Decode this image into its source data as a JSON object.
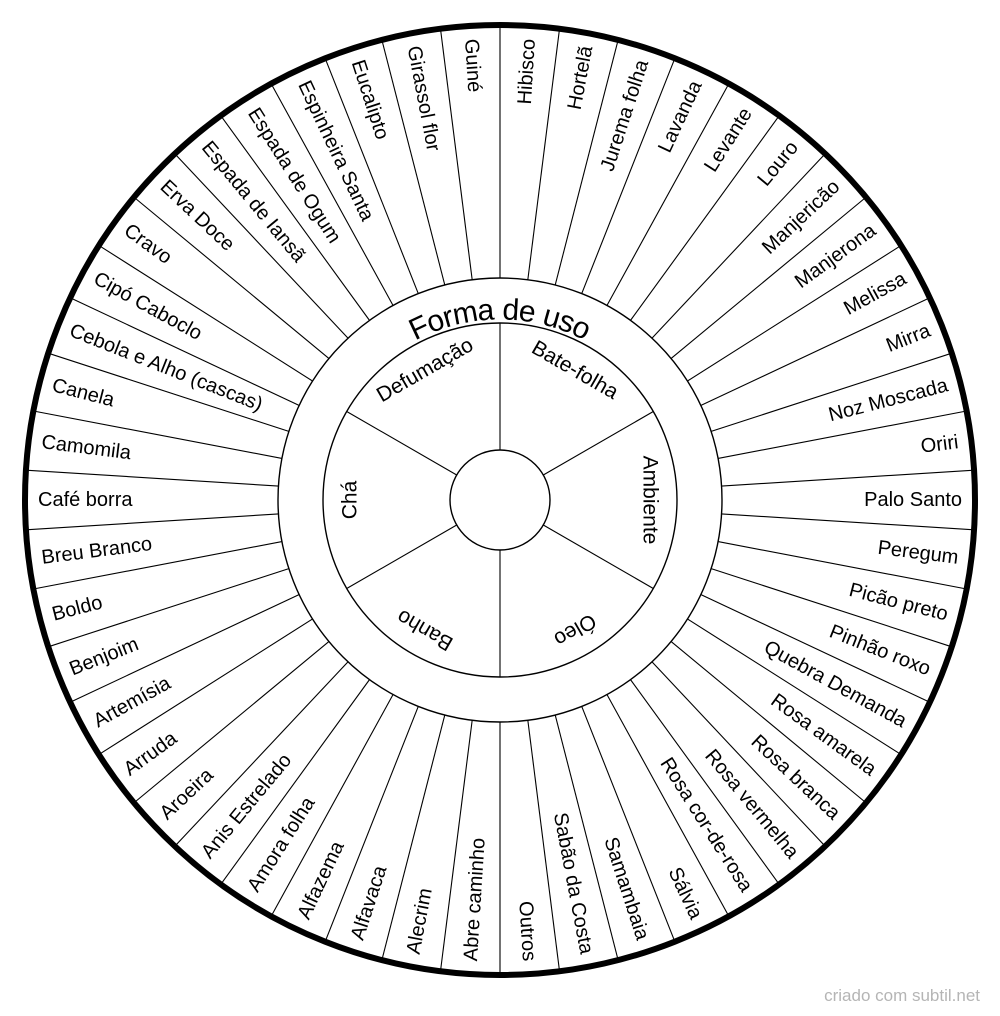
{
  "title": "Forma de uso",
  "credit": "criado com subtil.net",
  "colors": {
    "stroke": "#000000",
    "background": "#ffffff",
    "credit": "#b5b5b5"
  },
  "uses": [
    "Bate-folha",
    "Ambiente",
    "Óleo",
    "Banho",
    "Chá",
    "Defumação"
  ],
  "herbs": [
    "Hibisco",
    "Hortelã",
    "Jurema folha",
    "Lavanda",
    "Levante",
    "Louro",
    "Manjericão",
    "Manjerona",
    "Melissa",
    "Mirra",
    "Noz Moscada",
    "Oriri",
    "Palo Santo",
    "Peregum",
    "Picão preto",
    "Pinhão roxo",
    "Quebra Demanda",
    "Rosa amarela",
    "Rosa branca",
    "Rosa vermelha",
    "Rosa cor-de-rosa",
    "Sálvia",
    "Samambaia",
    "Sabão da Costa",
    "Outros",
    "Abre caminho",
    "Alecrim",
    "Alfavaca",
    "Alfazema",
    "Amora folha",
    "Anis Estrelado",
    "Aroeira",
    "Arruda",
    "Artemísia",
    "Benjoim",
    "Boldo",
    "Breu Branco",
    "Café borra",
    "Camomila",
    "Canela",
    "Cebola e Alho (cascas)",
    "Cipó Caboclo",
    "Cravo",
    "Erva Doce",
    "Espada de Iansã",
    "Espada de Ogum",
    "Espinheira Santa",
    "Eucalipto",
    "Girassol flor",
    "Guiné"
  ]
}
